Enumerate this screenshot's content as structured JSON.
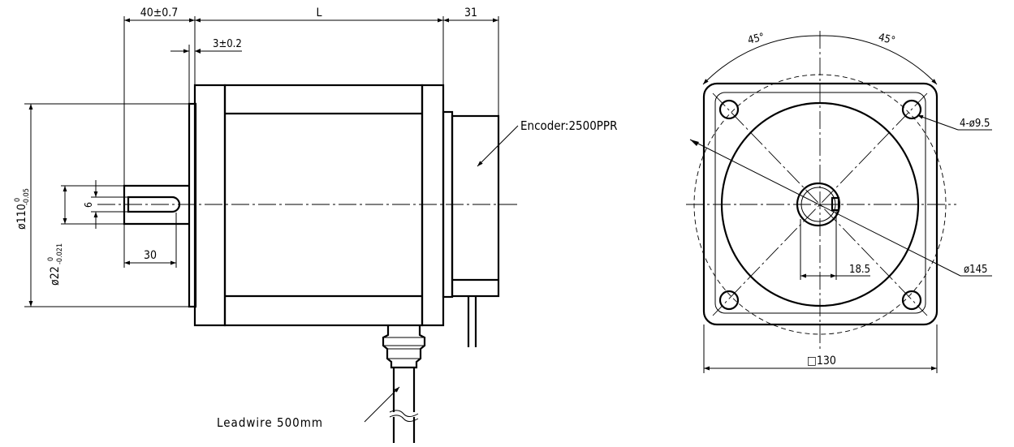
{
  "side_view": {
    "dim_shaft_length": "40±0.7",
    "dim_body_length": "L",
    "dim_encoder_length": "31",
    "dim_flange_step": "3±0.2",
    "dim_body_diameter": "ø110",
    "dim_body_diameter_upper_tol": "0",
    "dim_body_diameter_lower_tol": "-0.05",
    "dim_shaft_diameter": "ø22",
    "dim_shaft_diameter_upper_tol": "0",
    "dim_shaft_diameter_lower_tol": "-0.021",
    "dim_key_width": "6",
    "dim_key_length": "30",
    "encoder_label": "Encoder:2500PPR",
    "leadwire_label": "Leadwire 500mm"
  },
  "front_view": {
    "angle_left": "45°",
    "angle_right": "45°",
    "mounting_holes": "4-ø9.5",
    "dim_shaft_flat": "18.5",
    "dim_bolt_circle": "ø145",
    "dim_flange_square": "□130"
  }
}
